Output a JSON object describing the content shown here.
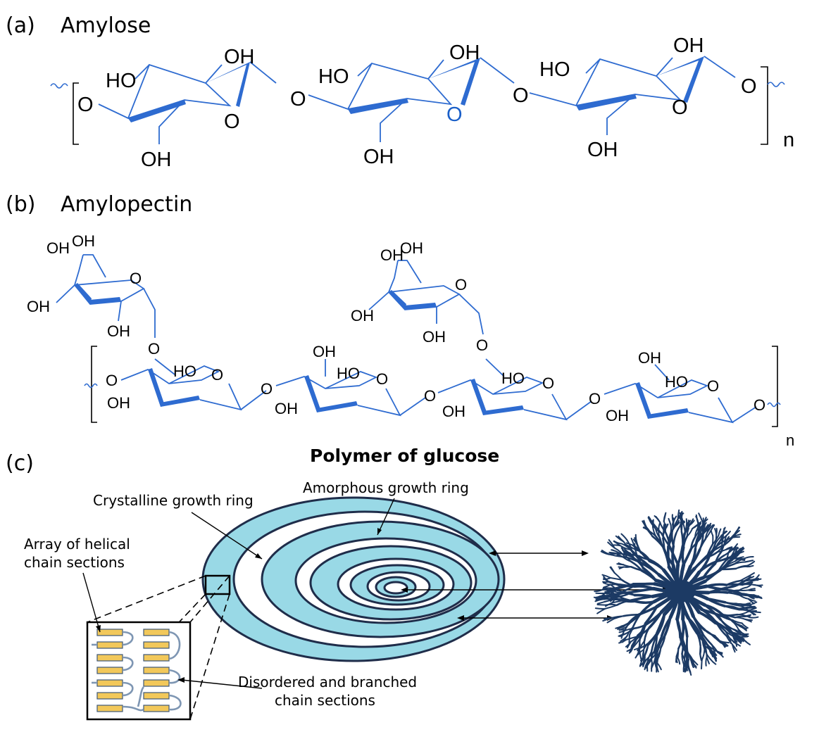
{
  "panels": {
    "a": {
      "label": "(a)",
      "title": "Amylose",
      "repeat_subscript": "n",
      "atoms": {
        "oh": "OH",
        "ho": "HO",
        "o": "O"
      }
    },
    "b": {
      "label": "(b)",
      "title": "Amylopectin",
      "repeat_subscript": "n",
      "atoms": {
        "oh": "OH",
        "ho": "HO",
        "o": "O"
      }
    },
    "c": {
      "label": "(c)",
      "title": "Polymer of glucose",
      "annotations": {
        "crystalline": "Crystalline growth ring",
        "amorphous": "Amorphous growth ring",
        "helical_line1": "Array of helical",
        "helical_line2": "chain sections",
        "disordered_line1": "Disordered and branched",
        "disordered_line2": "chain sections"
      }
    }
  },
  "colors": {
    "bond_blue": "#2e6bd0",
    "crystalline_ring": "#99d9e6",
    "ring_outline": "#1f2d4a",
    "helix_fill": "#f2c85a",
    "granule": "#1c3a64"
  }
}
